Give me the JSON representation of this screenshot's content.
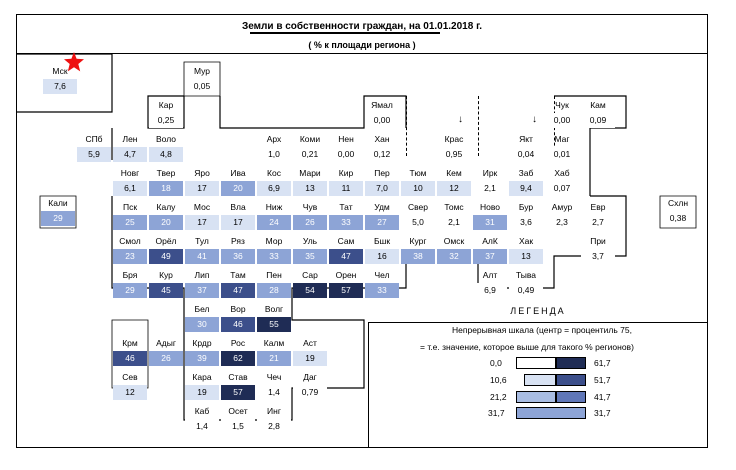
{
  "title": "Земли в собственности граждан, на 01.01.2018 г.",
  "subtitle": "( % к площади региона )",
  "colors": {
    "c1": "#ffffff",
    "c2": "#d8e2f3",
    "c3": "#8da4d6",
    "c4": "#3c4f8b",
    "c5": "#1f2c55"
  },
  "regions": [
    {
      "name": "Мск",
      "value": "7,6",
      "col": 0,
      "row": 0,
      "color": "c2"
    },
    {
      "name": "Мур",
      "value": "0,05",
      "col": 4,
      "row": 0,
      "color": "c1"
    },
    {
      "name": "Кар",
      "value": "0,25",
      "col": 3,
      "row": 1,
      "color": "c1"
    },
    {
      "name": "Ямал",
      "value": "0,00",
      "col": 9,
      "row": 1,
      "color": "c1"
    },
    {
      "name": "Чук",
      "value": "0,00",
      "col": 14,
      "row": 1,
      "color": "c1"
    },
    {
      "name": "Кам",
      "value": "0,09",
      "col": 15,
      "row": 1,
      "color": "c1"
    },
    {
      "name": "СПб",
      "value": "5,9",
      "col": 1,
      "row": 2,
      "color": "c2"
    },
    {
      "name": "Лен",
      "value": "4,7",
      "col": 2,
      "row": 2,
      "color": "c2"
    },
    {
      "name": "Воло",
      "value": "4,8",
      "col": 3,
      "row": 2,
      "color": "c2"
    },
    {
      "name": "Арх",
      "value": "1,0",
      "col": 6,
      "row": 2,
      "color": "c1"
    },
    {
      "name": "Коми",
      "value": "0,21",
      "col": 7,
      "row": 2,
      "color": "c1"
    },
    {
      "name": "Нен",
      "value": "0,00",
      "col": 8,
      "row": 2,
      "color": "c1"
    },
    {
      "name": "Хан",
      "value": "0,12",
      "col": 9,
      "row": 2,
      "color": "c1"
    },
    {
      "name": "Крас",
      "value": "0,95",
      "col": 11,
      "row": 2,
      "color": "c1"
    },
    {
      "name": "Якт",
      "value": "0,04",
      "col": 13,
      "row": 2,
      "color": "c1"
    },
    {
      "name": "Маг",
      "value": "0,01",
      "col": 14,
      "row": 2,
      "color": "c1"
    },
    {
      "name": "Новг",
      "value": "6,1",
      "col": 2,
      "row": 3,
      "color": "c2"
    },
    {
      "name": "Твер",
      "value": "18",
      "col": 3,
      "row": 3,
      "color": "c3"
    },
    {
      "name": "Яро",
      "value": "17",
      "col": 4,
      "row": 3,
      "color": "c2"
    },
    {
      "name": "Ива",
      "value": "20",
      "col": 5,
      "row": 3,
      "color": "c3"
    },
    {
      "name": "Кос",
      "value": "6,9",
      "col": 6,
      "row": 3,
      "color": "c2"
    },
    {
      "name": "Мари",
      "value": "13",
      "col": 7,
      "row": 3,
      "color": "c2"
    },
    {
      "name": "Кир",
      "value": "11",
      "col": 8,
      "row": 3,
      "color": "c2"
    },
    {
      "name": "Пер",
      "value": "7,0",
      "col": 9,
      "row": 3,
      "color": "c2"
    },
    {
      "name": "Тюм",
      "value": "10",
      "col": 10,
      "row": 3,
      "color": "c2"
    },
    {
      "name": "Кем",
      "value": "12",
      "col": 11,
      "row": 3,
      "color": "c2"
    },
    {
      "name": "Ирк",
      "value": "2,1",
      "col": 12,
      "row": 3,
      "color": "c1"
    },
    {
      "name": "Заб",
      "value": "9,4",
      "col": 13,
      "row": 3,
      "color": "c2"
    },
    {
      "name": "Хаб",
      "value": "0,07",
      "col": 14,
      "row": 3,
      "color": "c1"
    },
    {
      "name": "Кали",
      "value": "29",
      "col": 0,
      "row": 4,
      "color": "c3"
    },
    {
      "name": "Пск",
      "value": "25",
      "col": 2,
      "row": 4,
      "color": "c3"
    },
    {
      "name": "Калу",
      "value": "20",
      "col": 3,
      "row": 4,
      "color": "c3"
    },
    {
      "name": "Мос",
      "value": "17",
      "col": 4,
      "row": 4,
      "color": "c2"
    },
    {
      "name": "Вла",
      "value": "17",
      "col": 5,
      "row": 4,
      "color": "c2"
    },
    {
      "name": "Ниж",
      "value": "24",
      "col": 6,
      "row": 4,
      "color": "c3"
    },
    {
      "name": "Чув",
      "value": "26",
      "col": 7,
      "row": 4,
      "color": "c3"
    },
    {
      "name": "Тат",
      "value": "33",
      "col": 8,
      "row": 4,
      "color": "c3"
    },
    {
      "name": "Удм",
      "value": "27",
      "col": 9,
      "row": 4,
      "color": "c3"
    },
    {
      "name": "Свер",
      "value": "5,0",
      "col": 10,
      "row": 4,
      "color": "c1"
    },
    {
      "name": "Томс",
      "value": "2,1",
      "col": 11,
      "row": 4,
      "color": "c1"
    },
    {
      "name": "Ново",
      "value": "31",
      "col": 12,
      "row": 4,
      "color": "c3"
    },
    {
      "name": "Бур",
      "value": "3,6",
      "col": 13,
      "row": 4,
      "color": "c1"
    },
    {
      "name": "Амур",
      "value": "2,3",
      "col": 14,
      "row": 4,
      "color": "c1"
    },
    {
      "name": "Евр",
      "value": "2,7",
      "col": 15,
      "row": 4,
      "color": "c1"
    },
    {
      "name": "Схлн",
      "value": "0,38",
      "col": 17,
      "row": 4,
      "color": "c1"
    },
    {
      "name": "Смол",
      "value": "23",
      "col": 2,
      "row": 5,
      "color": "c3"
    },
    {
      "name": "Орёл",
      "value": "49",
      "col": 3,
      "row": 5,
      "color": "c4"
    },
    {
      "name": "Тул",
      "value": "41",
      "col": 4,
      "row": 5,
      "color": "c3"
    },
    {
      "name": "Ряз",
      "value": "36",
      "col": 5,
      "row": 5,
      "color": "c3"
    },
    {
      "name": "Мор",
      "value": "33",
      "col": 6,
      "row": 5,
      "color": "c3"
    },
    {
      "name": "Уль",
      "value": "35",
      "col": 7,
      "row": 5,
      "color": "c3"
    },
    {
      "name": "Сам",
      "value": "47",
      "col": 8,
      "row": 5,
      "color": "c4"
    },
    {
      "name": "Бшк",
      "value": "16",
      "col": 9,
      "row": 5,
      "color": "c2"
    },
    {
      "name": "Кург",
      "value": "38",
      "col": 10,
      "row": 5,
      "color": "c3"
    },
    {
      "name": "Омск",
      "value": "32",
      "col": 11,
      "row": 5,
      "color": "c3"
    },
    {
      "name": "АлК",
      "value": "37",
      "col": 12,
      "row": 5,
      "color": "c3"
    },
    {
      "name": "Хак",
      "value": "13",
      "col": 13,
      "row": 5,
      "color": "c2"
    },
    {
      "name": "При",
      "value": "3,7",
      "col": 15,
      "row": 5,
      "color": "c1"
    },
    {
      "name": "Бря",
      "value": "29",
      "col": 2,
      "row": 6,
      "color": "c3"
    },
    {
      "name": "Кур",
      "value": "45",
      "col": 3,
      "row": 6,
      "color": "c4"
    },
    {
      "name": "Лип",
      "value": "37",
      "col": 4,
      "row": 6,
      "color": "c3"
    },
    {
      "name": "Там",
      "value": "47",
      "col": 5,
      "row": 6,
      "color": "c4"
    },
    {
      "name": "Пен",
      "value": "28",
      "col": 6,
      "row": 6,
      "color": "c3"
    },
    {
      "name": "Сар",
      "value": "54",
      "col": 7,
      "row": 6,
      "color": "c5"
    },
    {
      "name": "Орен",
      "value": "57",
      "col": 8,
      "row": 6,
      "color": "c5"
    },
    {
      "name": "Чел",
      "value": "33",
      "col": 9,
      "row": 6,
      "color": "c3"
    },
    {
      "name": "Алт",
      "value": "6,9",
      "col": 12,
      "row": 6,
      "color": "c1"
    },
    {
      "name": "Тыва",
      "value": "0,49",
      "col": 13,
      "row": 6,
      "color": "c1"
    },
    {
      "name": "Бел",
      "value": "30",
      "col": 4,
      "row": 7,
      "color": "c3"
    },
    {
      "name": "Вор",
      "value": "46",
      "col": 5,
      "row": 7,
      "color": "c4"
    },
    {
      "name": "Волг",
      "value": "55",
      "col": 6,
      "row": 7,
      "color": "c5"
    },
    {
      "name": "Крм",
      "value": "46",
      "col": 2,
      "row": 8,
      "color": "c4"
    },
    {
      "name": "Адыг",
      "value": "26",
      "col": 3,
      "row": 8,
      "color": "c3"
    },
    {
      "name": "Крдр",
      "value": "39",
      "col": 4,
      "row": 8,
      "color": "c3"
    },
    {
      "name": "Рос",
      "value": "62",
      "col": 5,
      "row": 8,
      "color": "c5"
    },
    {
      "name": "Калм",
      "value": "21",
      "col": 6,
      "row": 8,
      "color": "c3"
    },
    {
      "name": "Аст",
      "value": "19",
      "col": 7,
      "row": 8,
      "color": "c2"
    },
    {
      "name": "Сев",
      "value": "12",
      "col": 2,
      "row": 9,
      "color": "c2"
    },
    {
      "name": "Кара",
      "value": "19",
      "col": 4,
      "row": 9,
      "color": "c2"
    },
    {
      "name": "Став",
      "value": "57",
      "col": 5,
      "row": 9,
      "color": "c5"
    },
    {
      "name": "Чеч",
      "value": "1,4",
      "col": 6,
      "row": 9,
      "color": "c1"
    },
    {
      "name": "Даг",
      "value": "0,79",
      "col": 7,
      "row": 9,
      "color": "c1"
    },
    {
      "name": "Каб",
      "value": "1,4",
      "col": 4,
      "row": 10,
      "color": "c1"
    },
    {
      "name": "Осет",
      "value": "1,5",
      "col": 5,
      "row": 10,
      "color": "c1"
    },
    {
      "name": "Инг",
      "value": "2,8",
      "col": 6,
      "row": 10,
      "color": "c1"
    }
  ],
  "legend": {
    "title": "ЛЕГЕНДА",
    "line1": "Непрерывная шкала (центр = процентиль 75,",
    "line2": "= т.е. значение, которое выше для такого % регионов)",
    "rows": [
      {
        "left": "0,0",
        "right": "61,7"
      },
      {
        "left": "10,6",
        "right": "51,7"
      },
      {
        "left": "21,2",
        "right": "41,7"
      },
      {
        "left": "31,7",
        "right": "31,7"
      }
    ]
  },
  "arrows": [
    "↓",
    "↓"
  ]
}
